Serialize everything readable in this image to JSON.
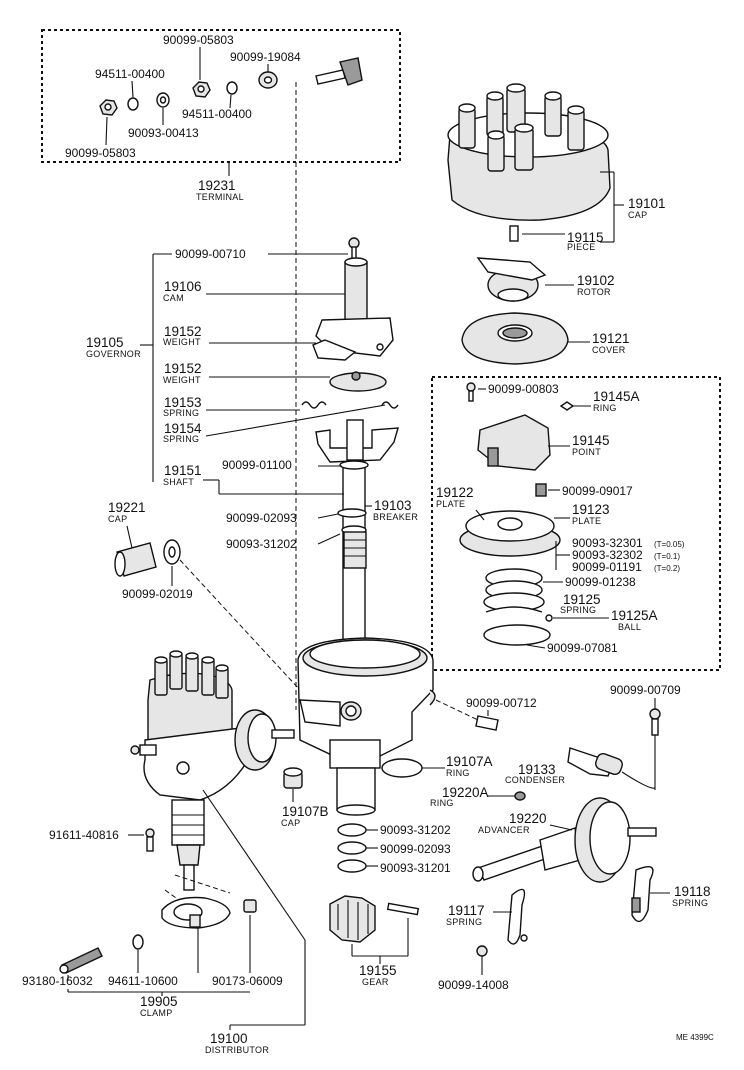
{
  "parts": {
    "p_90099_05803_top": "90099-05803",
    "p_90099_19084": "90099-19084",
    "p_94511_00400_a": "94511-00400",
    "p_94511_00400_b": "94511-00400",
    "p_90093_00413": "90093-00413",
    "p_90099_05803_bot": "90099-05803",
    "p_19231": "19231",
    "n_19231": "TERMINAL",
    "p_19101": "19101",
    "n_19101": "CAP",
    "p_19115": "19115",
    "n_19115": "PIECE",
    "p_19102": "19102",
    "n_19102": "ROTOR",
    "p_19121": "19121",
    "n_19121": "COVER",
    "p_90099_00710": "90099-00710",
    "p_19106": "19106",
    "n_19106": "CAM",
    "p_19105": "19105",
    "n_19105": "GOVERNOR",
    "p_19152a": "19152",
    "n_19152a": "WEIGHT",
    "p_19152b": "19152",
    "n_19152b": "WEIGHT",
    "p_19153": "19153",
    "n_19153": "SPRING",
    "p_19154": "19154",
    "n_19154": "SPRING",
    "p_19151": "19151",
    "n_19151": "SHAFT",
    "p_90099_01100": "90099-01100",
    "p_19103": "19103",
    "n_19103": "BREAKER",
    "p_90099_02093_top": "90099-02093",
    "p_90093_31202_top": "90093-31202",
    "p_19221": "19221",
    "n_19221": "CAP",
    "p_90099_02019": "90099-02019",
    "p_90099_00803": "90099-00803",
    "p_19145A": "19145A",
    "n_19145A": "RING",
    "p_19145": "19145",
    "n_19145": "POINT",
    "p_19122": "19122",
    "n_19122": "PLATE",
    "p_90099_09017": "90099-09017",
    "p_19123": "19123",
    "n_19123": "PLATE",
    "p_90093_32301": "90093-32301",
    "t_32301": "(T=0.05)",
    "p_90093_32302": "90093-32302",
    "t_32302": "(T=0.1)",
    "p_90099_01191": "90099-01191",
    "t_01191": "(T=0.2)",
    "p_90099_01238": "90099-01238",
    "p_19125": "19125",
    "n_19125": "SPRING",
    "p_19125A": "19125A",
    "n_19125A": "BALL",
    "p_90099_07081": "90099-07081",
    "p_90099_00712": "90099-00712",
    "p_90099_00709": "90099-00709",
    "p_19107A": "19107A",
    "n_19107A": "RING",
    "p_19133": "19133",
    "n_19133": "CONDENSER",
    "p_19220A": "19220A",
    "n_19220A": "RING",
    "p_19220": "19220",
    "n_19220": "ADVANCER",
    "p_19107B": "19107B",
    "n_19107B": "CAP",
    "p_91611_40816": "91611-40816",
    "p_90093_31202_bot": "90093-31202",
    "p_90099_02093_bot": "90099-02093",
    "p_90093_31201": "90093-31201",
    "p_19118": "19118",
    "n_19118": "SPRING",
    "p_19117": "19117",
    "n_19117": "SPRING",
    "p_90099_14008": "90099-14008",
    "p_19155": "19155",
    "n_19155": "GEAR",
    "p_93180_16032": "93180-16032",
    "p_94611_10600": "94611-10600",
    "p_90173_06009": "90173-06009",
    "p_19905": "19905",
    "n_19905": "CLAMP",
    "p_19100": "19100",
    "n_19100": "DISTRIBUTOR",
    "ref_code": "ME 4399C"
  }
}
